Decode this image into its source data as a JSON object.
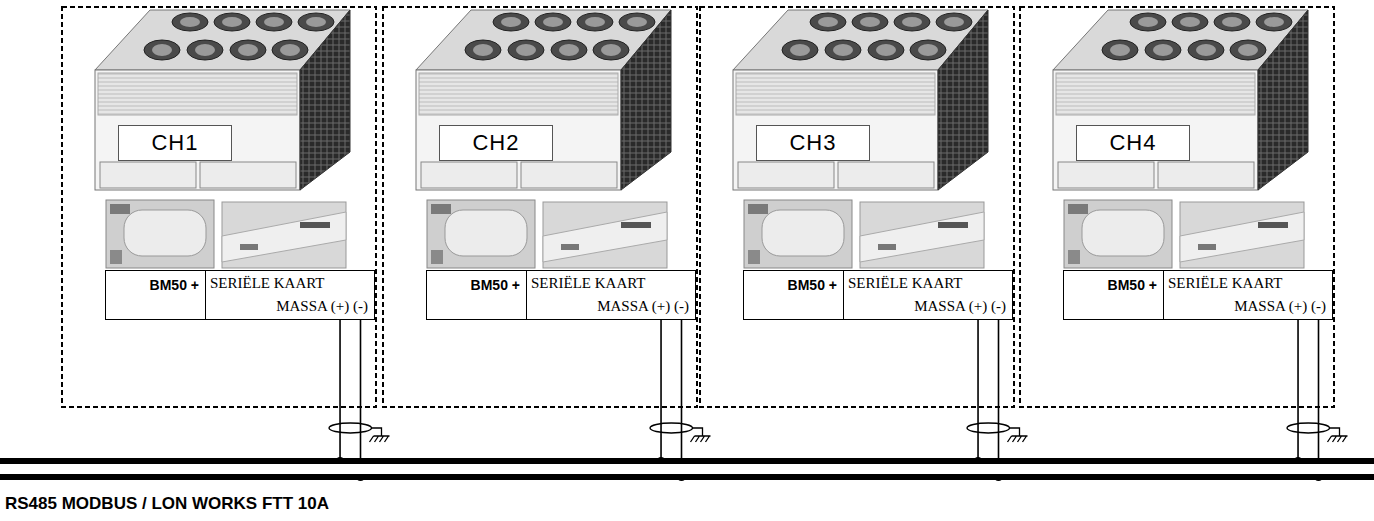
{
  "diagram": {
    "nodes": [
      {
        "text": [
          "CH1"
        ]
      },
      {
        "text": [
          "BM50 +",
          "SERIËLE KAART",
          "MASSA (+) (-)"
        ]
      },
      {
        "text": [
          "CH2"
        ]
      },
      {
        "text": [
          "BM50 +",
          "SERIËLE KAART",
          "MASSA (+) (-)"
        ]
      },
      {
        "text": [
          "CH3"
        ]
      },
      {
        "text": [
          "BM50 +",
          "SERIËLE KAART",
          "MASSA (+) (-)"
        ]
      },
      {
        "text": [
          "CH4"
        ]
      },
      {
        "text": [
          "BM50 +",
          "SERIËLE KAART",
          "MASSA (+) (-)"
        ]
      },
      {
        "text": [
          "RS485 MODBUS / LON WORKS FTT 10A"
        ]
      }
    ],
    "edges": [
      {
        "from": 1,
        "to": 8,
        "arrow": "none"
      },
      {
        "from": 3,
        "to": 8,
        "arrow": "none"
      },
      {
        "from": 5,
        "to": 8,
        "arrow": "none"
      },
      {
        "from": 7,
        "to": 8,
        "arrow": "none"
      }
    ]
  }
}
